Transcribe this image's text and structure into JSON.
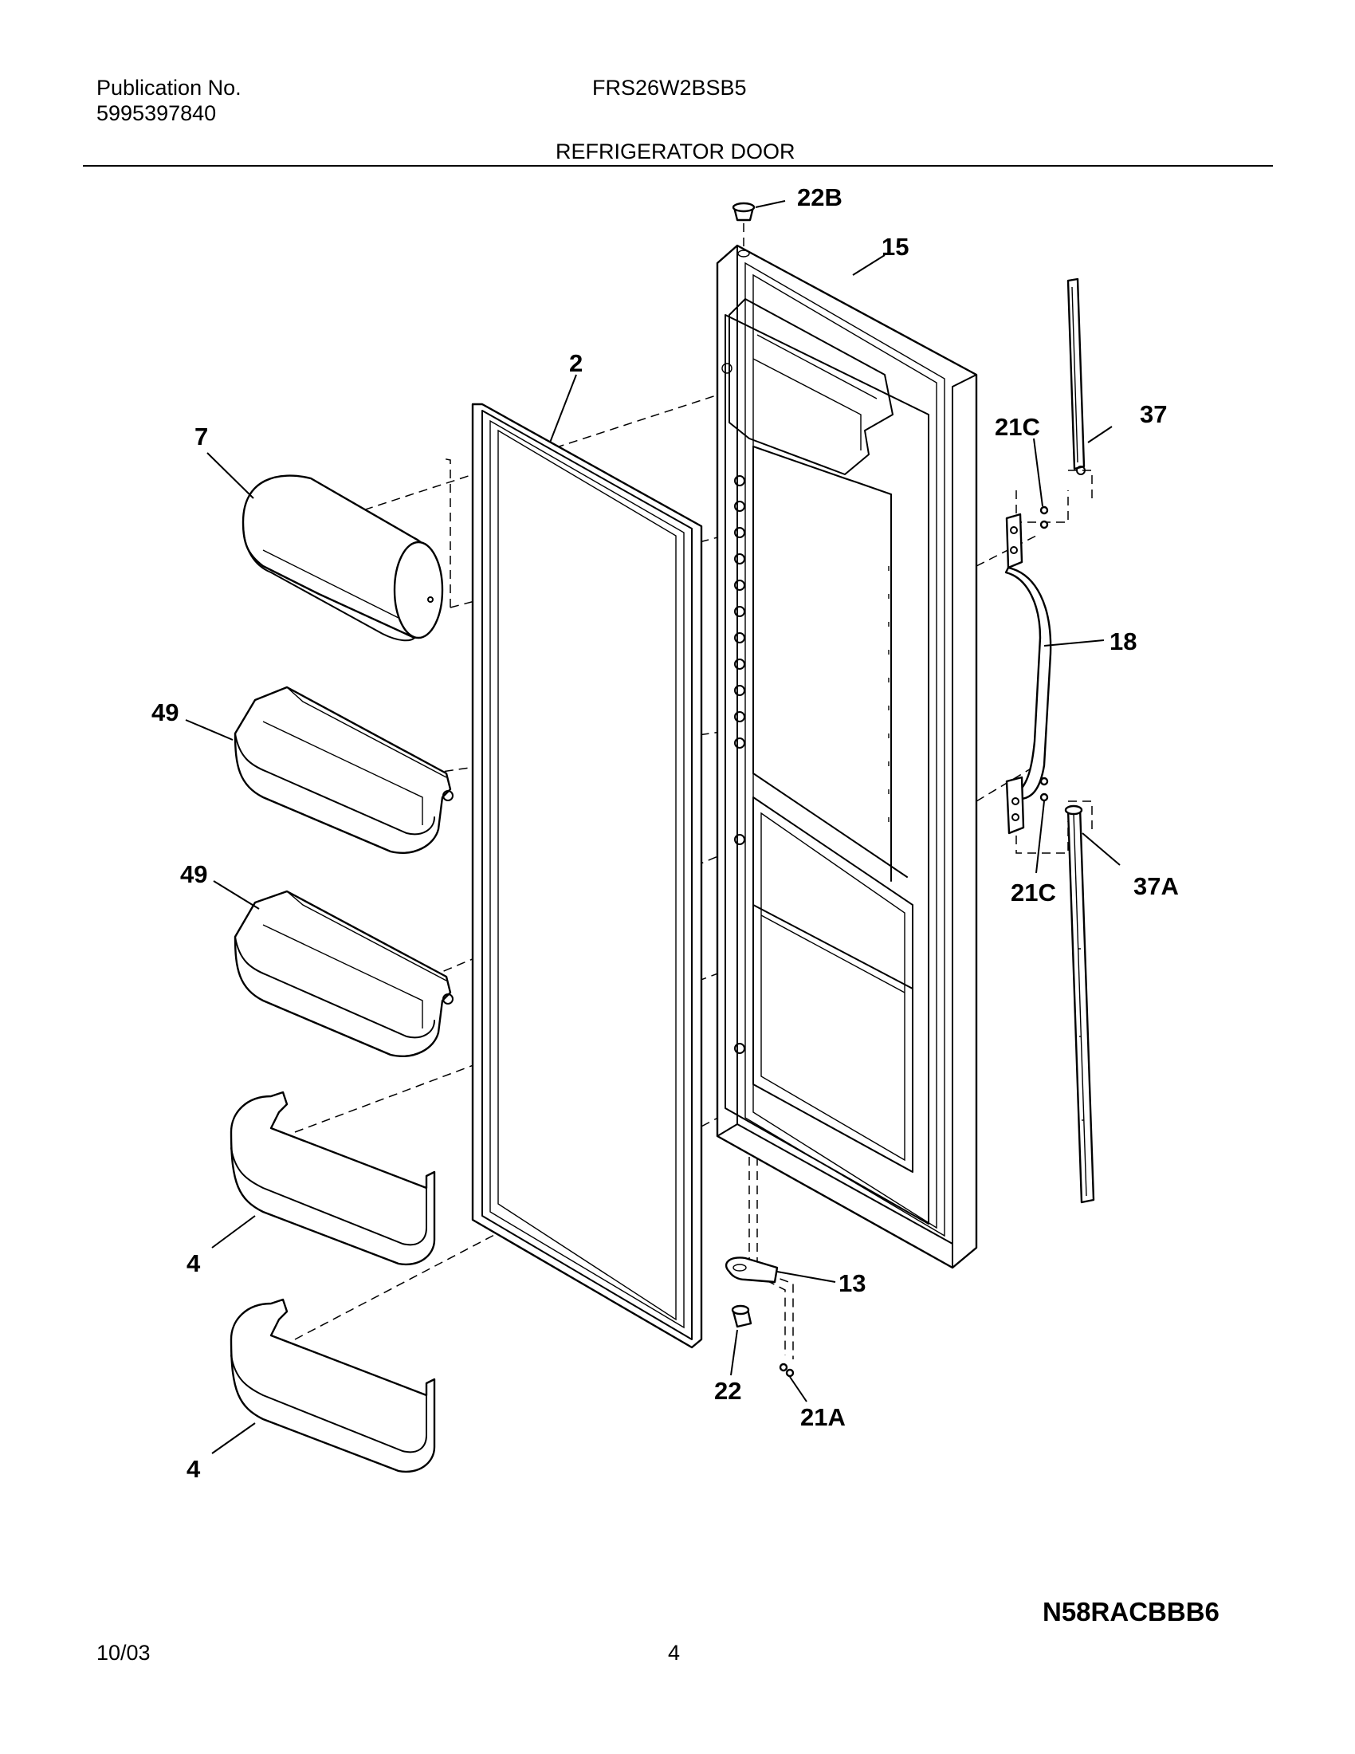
{
  "header": {
    "publication_label": "Publication No.",
    "publication_number": "5995397840",
    "model": "FRS26W2BSB5",
    "section_title": "REFRIGERATOR DOOR"
  },
  "diagram": {
    "callouts": {
      "p22b": "22B",
      "p15": "15",
      "p2": "2",
      "p7": "7",
      "p21c_top": "21C",
      "p37": "37",
      "p18": "18",
      "p49_upper": "49",
      "p49_lower": "49",
      "p21c_bottom": "21C",
      "p37a": "37A",
      "p4_upper": "4",
      "p4_lower": "4",
      "p13": "13",
      "p22": "22",
      "p21a": "21A"
    },
    "drawing_code": "N58RACBBB6"
  },
  "footer": {
    "date": "10/03",
    "page_number": "4"
  }
}
